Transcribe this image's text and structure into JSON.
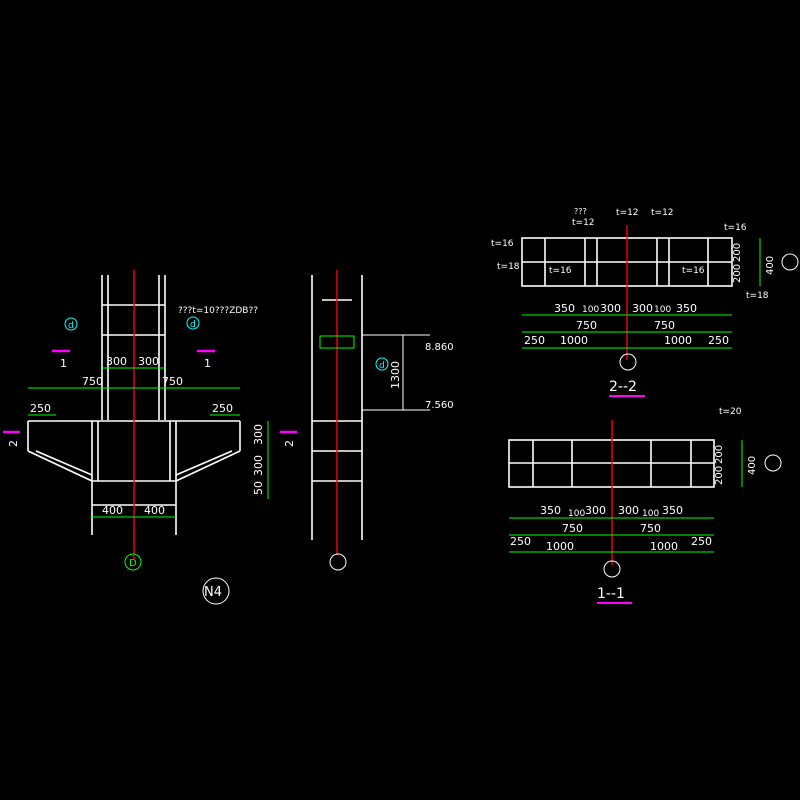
{
  "colors": {
    "background": "#000000",
    "outline": "#ffffff",
    "dimension": "#00ff00",
    "axis": "#ff0000",
    "section_marker": "#ff00ff",
    "callout": "#00ffff",
    "text": "#ffffff"
  },
  "elevation": {
    "title": "N4",
    "axis_label": "D",
    "note": "???t=10???ZDB??",
    "dim_300_left": "300",
    "dim_300_right": "300",
    "dim_750_left": "750",
    "dim_750_right": "750",
    "dim_250_left": "250",
    "dim_250_right": "250",
    "dim_400_left": "400",
    "dim_400_right": "400",
    "dim_v_300_top": "300",
    "dim_v_300_mid": "300",
    "dim_v_50": "50",
    "cut_1_left": "1",
    "cut_1_right": "1",
    "cut_2_left": "2",
    "cut_2_right": "2",
    "callout_left": "d",
    "callout_right": "d"
  },
  "side_view": {
    "dim_1300": "1300",
    "elev_top": "8.860",
    "elev_bottom": "7.560",
    "callout": "d"
  },
  "section_2_2": {
    "title": "2--2",
    "labels": [
      "???",
      "t=12",
      "t=12",
      "t=12",
      "t=16",
      "t=16",
      "t=18",
      "t=16",
      "t=16",
      "t=18"
    ],
    "dims_row1": [
      "350",
      "100",
      "300",
      "300",
      "100",
      "350"
    ],
    "dims_row2": [
      "750",
      "750"
    ],
    "dims_row3": [
      "250",
      "1000",
      "1000",
      "250"
    ],
    "dim_v_200_a": "200",
    "dim_v_200_b": "200",
    "dim_v_400": "400"
  },
  "section_1_1": {
    "title": "1--1",
    "label_t20": "t=20",
    "dims_row1": [
      "350",
      "100",
      "300",
      "300",
      "100",
      "350"
    ],
    "dims_row2": [
      "750",
      "750"
    ],
    "dims_row3": [
      "250",
      "1000",
      "1000",
      "250"
    ],
    "dim_v_200_a": "200",
    "dim_v_200_b": "200",
    "dim_v_400": "400"
  }
}
